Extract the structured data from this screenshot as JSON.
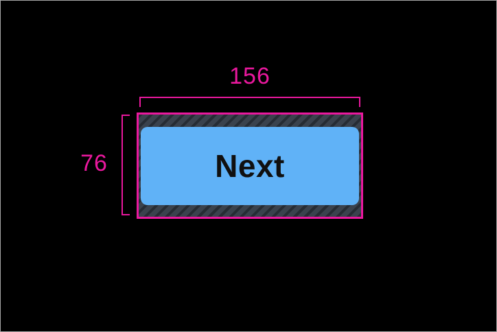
{
  "frame": {
    "background": "#000000",
    "border_color": "#A9A9A9"
  },
  "annotations": {
    "width": {
      "label": "156"
    },
    "height": {
      "label": "76"
    }
  },
  "button": {
    "label": "Next"
  },
  "colors": {
    "dimension-pink": "#EA189E",
    "button-blue": "#60B2F7",
    "button-text": "#101010",
    "padding-base": "#3A424D",
    "padding-stripe": "#262C34",
    "frame-bg": "#000000",
    "frame-border": "#A9A9A9"
  }
}
